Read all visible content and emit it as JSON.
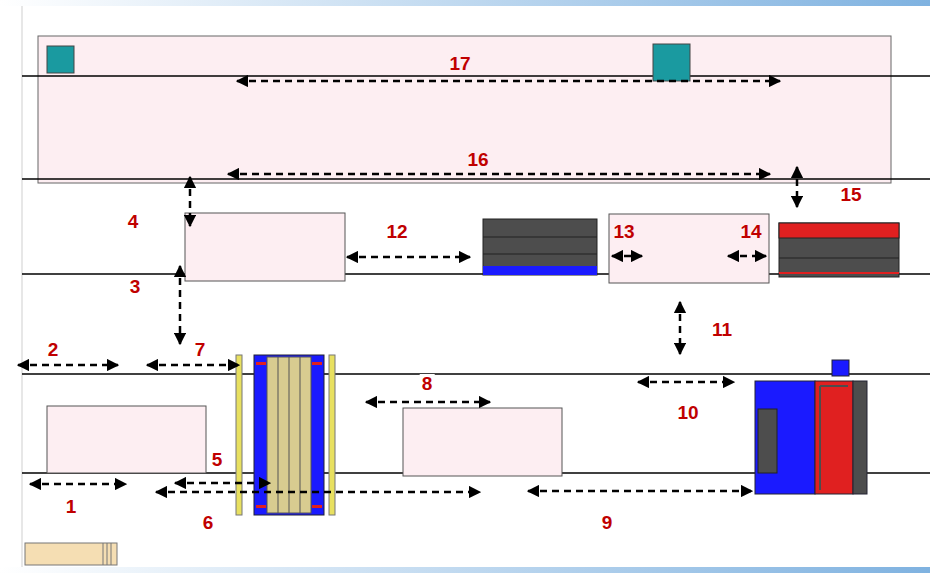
{
  "diagram": {
    "labels": [
      "17",
      "16",
      "4",
      "15",
      "12",
      "13",
      "14",
      "3",
      "11",
      "2",
      "7",
      "8",
      "10",
      "5",
      "1",
      "6",
      "9"
    ]
  }
}
